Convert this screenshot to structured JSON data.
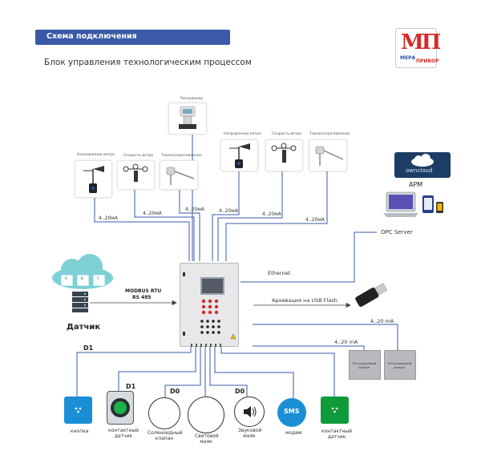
{
  "header": {
    "title": "Схема подключения",
    "subtitle": "Блок управления технологическим процессом"
  },
  "logo": {
    "line1": "МЕРА",
    "line2": "ПРИБОР",
    "mark": "МП"
  },
  "sensors": {
    "flowmeter": "Расходомер",
    "wind_dir": "Направление ветра",
    "wind_speed": "Скорость ветра",
    "thermo": "Термосопротивление"
  },
  "signals": {
    "ma": "4..20мА",
    "ma_spaced": "4..20 mA"
  },
  "apm": {
    "label": "АРМ",
    "cloud": "owncloud",
    "opc": "OPC Server"
  },
  "links": {
    "ethernet": "Ethernet",
    "usb": "Архивация на USB Flash",
    "modbus1": "MODBUS RTU",
    "modbus2": "RS 485"
  },
  "datchik": {
    "label": "Датчик",
    "cells": [
      "A",
      "B",
      "C"
    ]
  },
  "regulators": {
    "label1": "Регулируемый",
    "label2": "клапан"
  },
  "channels": {
    "d1": "D1",
    "d0": "D0"
  },
  "bottom": {
    "button1": "кнопка",
    "contact1a": "контактный",
    "contact1b": "датчик",
    "solenoid1": "Соленоидный",
    "solenoid2": "клапан",
    "light1": "Световой",
    "light2": "маяк",
    "sound1": "Звуковой",
    "sound2": "маяк",
    "modem": "модем",
    "sms": "SMS",
    "contact2a": "контактный",
    "contact2b": "датчик"
  },
  "colors": {
    "accent": "#3a5aa8",
    "line": "#3a5aa8",
    "button_blue": "#1b8fd6",
    "green": "#0f9b3a",
    "red": "#d62b2b"
  }
}
